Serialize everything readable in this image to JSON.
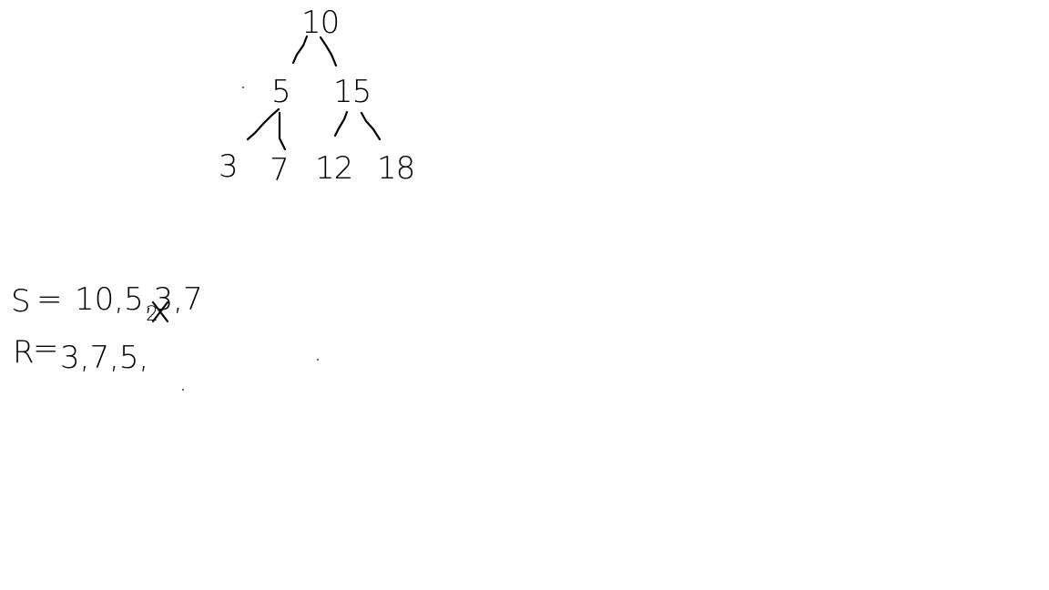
{
  "ink_color": "#000000",
  "background_color": "#ffffff",
  "tree": {
    "root": "10",
    "level1": [
      "5",
      "15"
    ],
    "level2": [
      "3",
      "7",
      "12",
      "18"
    ]
  },
  "stack_line": {
    "label": "S",
    "equals": "=",
    "values": "10,5,3,7",
    "crossed_out": "2"
  },
  "result_line": {
    "label": "R",
    "equals": "=",
    "values": "3,7,5,"
  }
}
